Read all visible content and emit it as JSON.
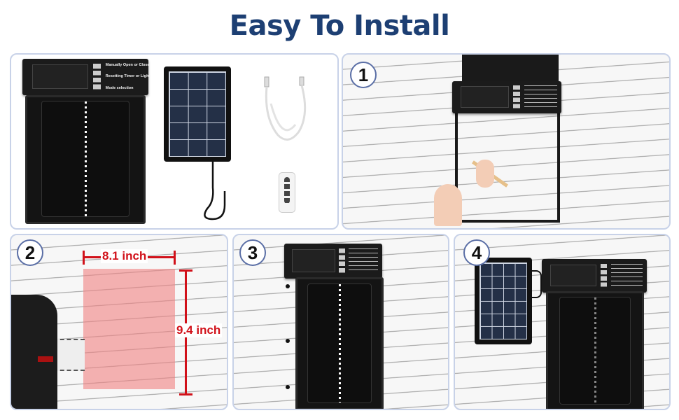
{
  "header": {
    "title": "Easy To Install"
  },
  "panels": [
    {
      "step": "",
      "content": "package-contents"
    },
    {
      "step": "1",
      "content": "mark-outline"
    },
    {
      "step": "2",
      "content": "cut-opening"
    },
    {
      "step": "3",
      "content": "mount-door"
    },
    {
      "step": "4",
      "content": "mount-solar-panel"
    }
  ],
  "dimensions": {
    "width": "8.1 inch",
    "height": "9.4 inch"
  },
  "colors": {
    "title": "#1d3f73",
    "dimension": "#d1111a",
    "border": "#c8d2e8",
    "cut_area": "#f0a0a0"
  },
  "control_panel": {
    "labels": [
      "Manually Open or Close",
      "Resetting Timer or Light",
      "Mode selection"
    ]
  }
}
